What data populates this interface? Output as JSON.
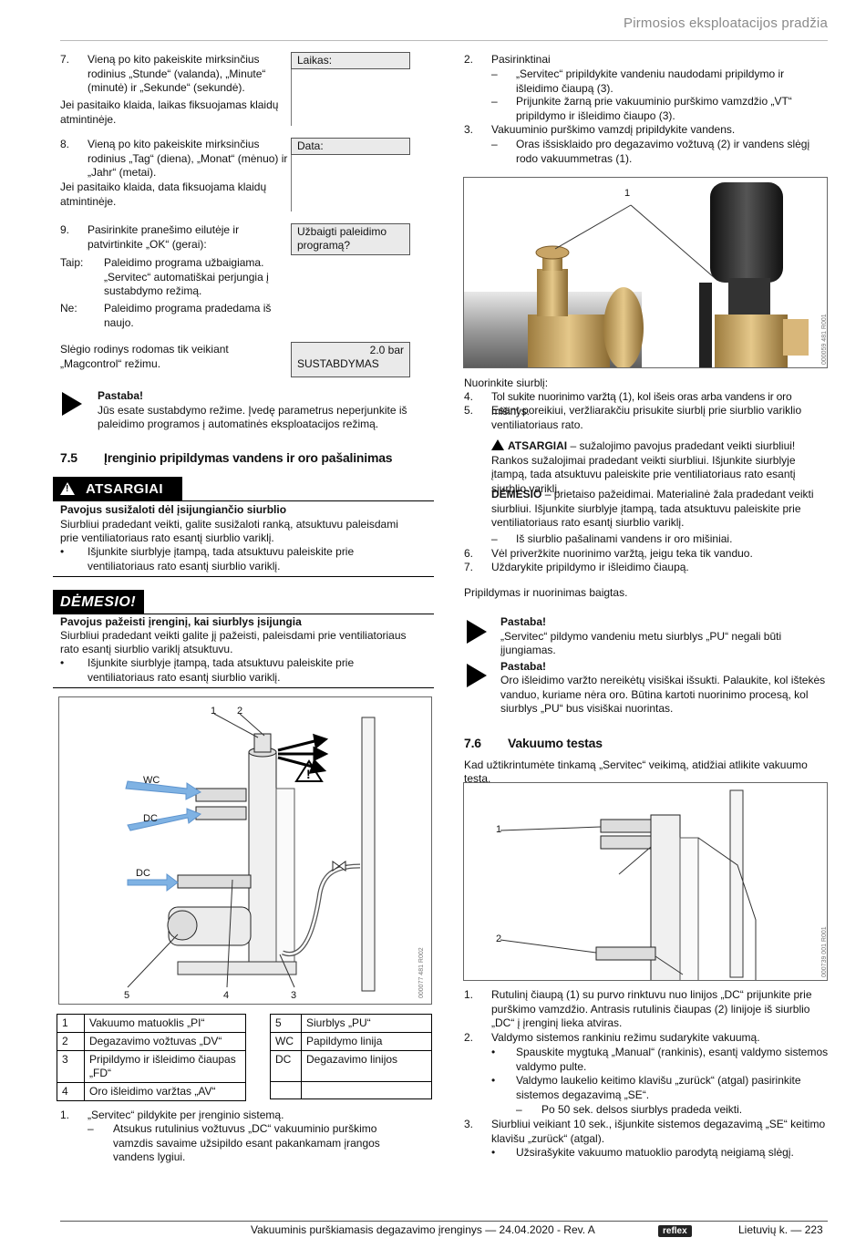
{
  "header": {
    "title": "Pirmosios eksploatacijos pradžia"
  },
  "left": {
    "step7": {
      "num": "7.",
      "text": "Vieną po kito pakeiskite mirksinčius rodinius „Stunde“ (valanda), „Minute“ (minutė) ir „Sekunde“ (sekundė).",
      "extra": "Jei pasitaiko klaida, laikas fiksuojamas klaidų atmintinėje.",
      "display": "Laikas:"
    },
    "step8": {
      "num": "8.",
      "text": "Vieną po kito pakeiskite mirksinčius rodinius „Tag“ (diena), „Monat“ (mėnuo) ir „Jahr“ (metai).",
      "extra": "Jei pasitaiko klaida, data fiksuojama klaidų atmintinėje.",
      "display": "Data:"
    },
    "step9": {
      "num": "9.",
      "text": "Pasirinkite pranešimo eilutėje ir patvirtinkite „OK“ (gerai):",
      "display": "Užbaigti paleidimo programą?",
      "taip_label": "Taip:",
      "taip_text": "Paleidimo programa užbaigiama. „Servitec“ automatiškai perjungia į sustabdymo režimą.",
      "ne_label": "Ne:",
      "ne_text": "Paleidimo programa pradedama iš naujo."
    },
    "pressure": {
      "text": "Slėgio rodinys rodomas tik veikiant „Magcontrol“ režimu.",
      "value": "2.0 bar",
      "status": "SUSTABDYMAS"
    },
    "note1": {
      "title": "Pastaba!",
      "text": "Jūs esate sustabdymo režime. Įvedę parametrus neperjunkite iš paleidimo programos į automatinės eksploatacijos režimą."
    },
    "section75": {
      "num": "7.5",
      "title": "Įrenginio pripildymas vandens ir oro pašalinimas"
    },
    "atsargiai": {
      "banner": "ATSARGIAI",
      "symbol": "!",
      "heading": "Pavojus susižaloti dėl įsijungiančio siurblio",
      "text": "Siurbliui pradedant veikti, galite susižaloti ranką, atsuktuvu paleisdami prie ventiliatoriaus rato esantį siurblio variklį.",
      "bullet": "Išjunkite siurblyje įtampą, tada atsuktuvu paleiskite prie ventiliatoriaus rato esantį siurblio variklį."
    },
    "demesio": {
      "banner": "DĖMESIO!",
      "heading": "Pavojus pažeisti įrenginį, kai siurblys įsijungia",
      "text": "Siurbliui pradedant veikti galite jį pažeisti, paleisdami prie ventiliatoriaus rato esantį siurblio variklį atsuktuvu.",
      "bullet": "Išjunkite siurblyje įtampą, tada atsuktuvu paleiskite prie ventiliatoriaus rato esantį siurblio variklį."
    },
    "figure": {
      "code": "000077 481 R002",
      "labels": [
        "1",
        "2",
        "3",
        "4",
        "5",
        "WC",
        "DC",
        "DC"
      ]
    },
    "legend_left": [
      [
        "1",
        "Vakuumo matuoklis „PI“"
      ],
      [
        "2",
        "Degazavimo vožtuvas „DV“"
      ],
      [
        "3",
        "Pripildymo ir išleidimo čiaupas „FD“"
      ],
      [
        "4",
        "Oro išleidimo varžtas „AV“"
      ]
    ],
    "legend_right": [
      [
        "5",
        "Siurblys „PU“"
      ],
      [
        "WC",
        "Papildymo linija"
      ],
      [
        "DC",
        "Degazavimo linijos"
      ],
      [
        "",
        ""
      ]
    ],
    "step1": {
      "num": "1.",
      "text": "„Servitec“ pildykite per įrenginio sistemą.",
      "dash": "–",
      "sub": "Atsukus rutulinius vožtuvus „DC“ vakuuminio purškimo vamzdis savaime užsipildo esant pakankamam įrangos vandens lygiui."
    }
  },
  "right": {
    "step2": {
      "num": "2.",
      "text": "Pasirinktinai",
      "subs": [
        "„Servitec“ pripildykite vandeniu naudodami pripildymo ir išleidimo čiaupą (3).",
        "Prijunkite žarną prie vakuuminio purškimo vamzdžio „VT“ pripildymo ir išleidimo čiaupo (3)."
      ]
    },
    "step3": {
      "num": "3.",
      "text": "Vakuuminio purškimo vamzdį pripildykite vandens.",
      "subs": [
        "Oras išsisklaido pro degazavimo vožtuvą (2) ir vandens slėgį rodo vakuummetras (1)."
      ]
    },
    "figure1": {
      "code": "000059 481 R001",
      "label": "1"
    },
    "vent_intro": "Nuorinkite siurblį:",
    "step4": {
      "num": "4.",
      "text": "Tol sukite nuorinimo varžtą (1), kol išeis oras arba vandens ir oro mišinys."
    },
    "step5": {
      "num": "5.",
      "text": "Esant poreikiui, veržliarakčiu prisukite siurblį prie siurblio variklio ventiliatoriaus rato."
    },
    "warn_inline": {
      "label": "ATSARGIAI",
      "text": "– sužalojimo pavojus pradedant veikti siurbliui! Rankos sužalojimai pradedant veikti siurbliui. Išjunkite siurblyje įtampą, tada atsuktuvu paleiskite prie ventiliatoriaus rato esantį siurblio variklį."
    },
    "demesio_inline": {
      "label": "DĖMESIO",
      "text": "– prietaiso pažeidimai. Materialinė žala pradedant veikti siurbliui. Išjunkite siurblyje įtampą, tada atsuktuvu paleiskite prie ventiliatoriaus rato esantį siurblio variklį."
    },
    "dash_line": {
      "dash": "–",
      "text": "Iš siurblio pašalinami vandens ir oro mišiniai."
    },
    "step6": {
      "num": "6.",
      "text": "Vėl priveržkite nuorinimo varžtą, jeigu teka tik vanduo."
    },
    "step7": {
      "num": "7.",
      "text": "Uždarykite pripildymo ir išleidimo čiaupą."
    },
    "done": "Pripildymas ir nuorinimas baigtas.",
    "note2": {
      "title": "Pastaba!",
      "text": "„Servitec“ pildymo vandeniu metu siurblys „PU“ negali būti įjungiamas."
    },
    "note3": {
      "title": "Pastaba!",
      "text": "Oro išleidimo varžto nereikėtų visiškai išsukti. Palaukite, kol ištekės vanduo, kuriame nėra oro. Būtina kartoti nuorinimo procesą, kol siurblys „PU“ bus visiškai nuorintas."
    },
    "section76": {
      "num": "7.6",
      "title": "Vakuumo testas"
    },
    "s76_intro": "Kad užtikrintumėte tinkamą „Servitec“ veikimą, atidžiai atlikite vakuumo testą.",
    "figure2": {
      "code": "000739 001 R001",
      "labels": [
        "1",
        "2"
      ]
    },
    "v1": {
      "num": "1.",
      "text": "Rutulinį čiaupą (1) su purvo rinktuvu nuo linijos „DC“ prijunkite prie purškimo vamzdžio. Antrasis rutulinis čiaupas (2) linijoje iš siurblio „DC“ į įrenginį lieka atviras."
    },
    "v2": {
      "num": "2.",
      "text": "Valdymo sistemos rankiniu režimu sudarykite vakuumą.",
      "b1": "Spauskite mygtuką „Manual“ (rankinis), esantį valdymo sistemos valdymo pulte.",
      "b2": "Valdymo laukelio keitimo klavišu „zurück“ (atgal) pasirinkite sistemos degazavimą „SE“.",
      "dash": "Po 50 sek. delsos siurblys pradeda veikti."
    },
    "v3": {
      "num": "3.",
      "text": "Siurbliui veikiant 10 sek., išjunkite sistemos degazavimą „SE“ keitimo klavišu „zurück“ (atgal).",
      "b1": "Užsirašykite vakuumo matuoklio parodytą neigiamą slėgį."
    },
    "bullet": "•",
    "dashc": "–"
  },
  "footer": {
    "title": "Vakuuminis purškiamasis degazavimo įrenginys — 24.04.2020 - Rev. A",
    "logo": "reflex",
    "page": "Lietuvių k. — 223"
  }
}
